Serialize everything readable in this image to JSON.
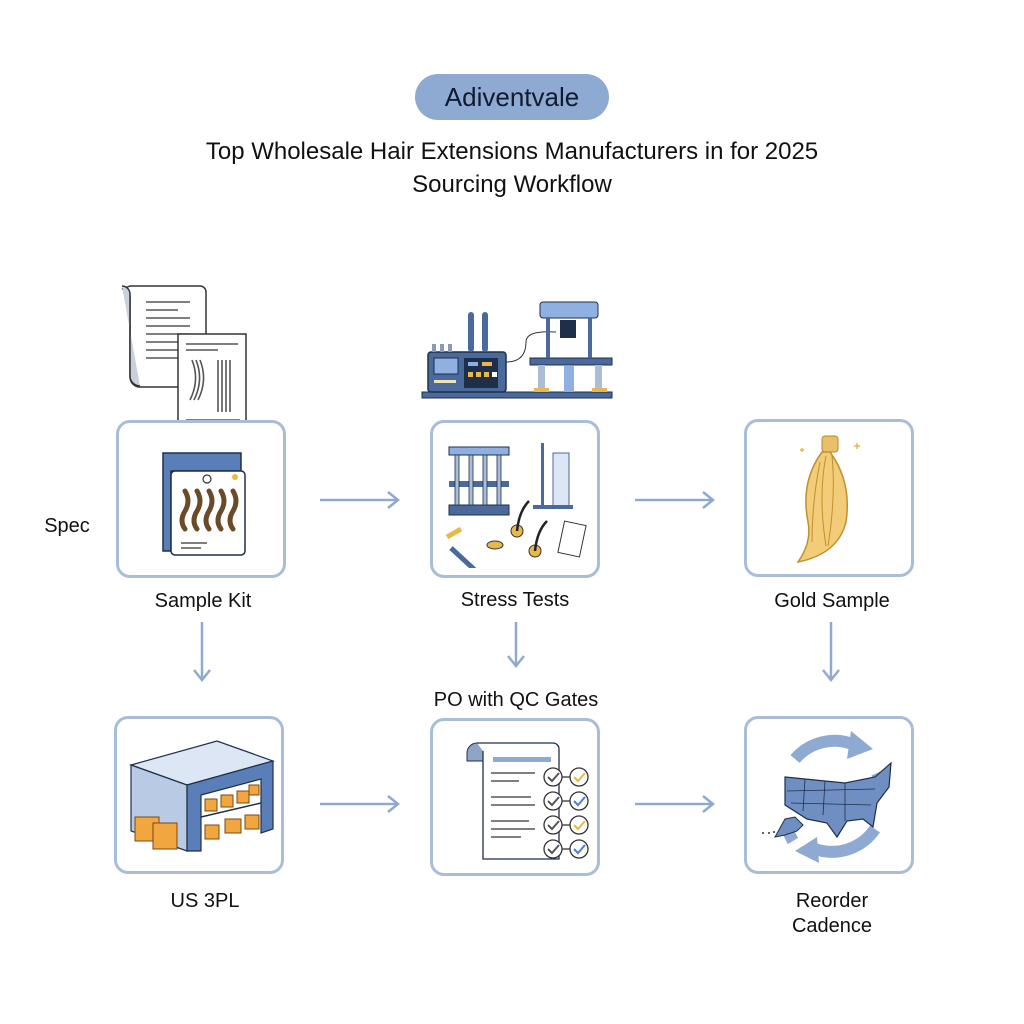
{
  "header": {
    "brand": "Adiventvale",
    "title_line1": "Top Wholesale Hair Extensions Manufacturers in for 2025",
    "title_line2": "Sourcing Workflow"
  },
  "colors": {
    "pill": "#8eaad2",
    "box_border": "#a9bdd9",
    "arrow": "#8fa9cf",
    "accent_blue": "#5a7fb8",
    "accent_gold": "#e8b84a"
  },
  "steps": [
    {
      "id": "spec",
      "label": "Spec",
      "icon": "spec-document-icon"
    },
    {
      "id": "sample-kit",
      "label": "Sample Kit",
      "icon": "sample-kit-icon"
    },
    {
      "id": "stress-tests",
      "label": "Stress Tests",
      "icon": "stress-test-equipment-icon"
    },
    {
      "id": "gold-sample",
      "label": "Gold Sample",
      "icon": "hair-bundle-icon"
    },
    {
      "id": "po-qc",
      "label": "PO with QC Gates",
      "icon": "checklist-icon"
    },
    {
      "id": "us-3pl",
      "label": "US 3PL",
      "icon": "warehouse-icon"
    },
    {
      "id": "reorder",
      "label_line1": "Reorder",
      "label_line2": "Cadence",
      "icon": "us-map-cycle-icon"
    }
  ]
}
